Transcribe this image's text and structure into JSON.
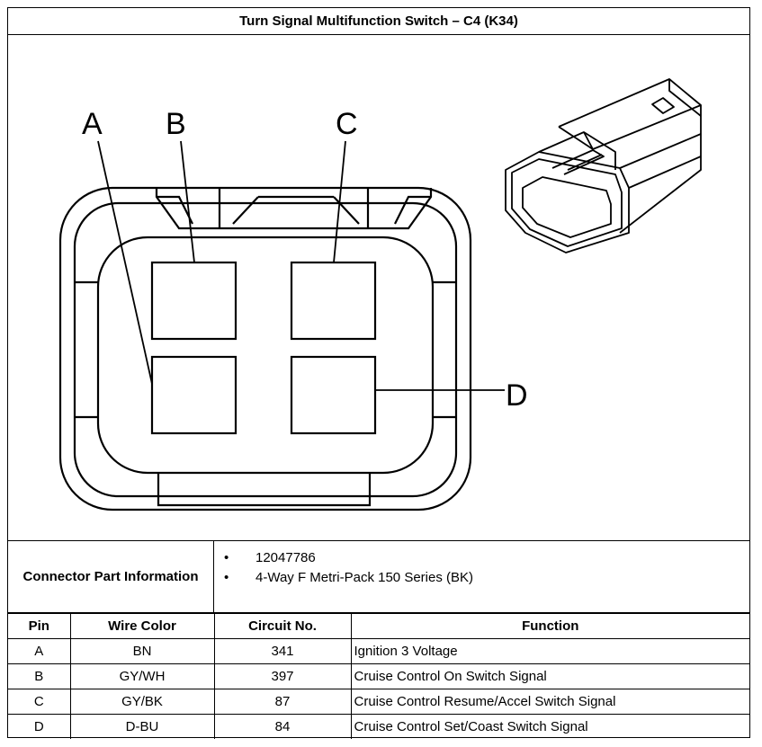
{
  "title": "Turn Signal Multifunction Switch – C4 (K34)",
  "diagram": {
    "pin_labels": [
      "A",
      "B",
      "C",
      "D"
    ]
  },
  "connector_info": {
    "label": "Connector Part Information",
    "items": [
      "12047786",
      "4-Way F Metri-Pack 150 Series (BK)"
    ]
  },
  "table": {
    "headers": [
      "Pin",
      "Wire Color",
      "Circuit No.",
      "Function"
    ],
    "rows": [
      {
        "pin": "A",
        "wire_color": "BN",
        "circuit": "341",
        "function": "Ignition 3 Voltage"
      },
      {
        "pin": "B",
        "wire_color": "GY/WH",
        "circuit": "397",
        "function": "Cruise Control On Switch Signal"
      },
      {
        "pin": "C",
        "wire_color": "GY/BK",
        "circuit": "87",
        "function": "Cruise Control Resume/Accel Switch Signal"
      },
      {
        "pin": "D",
        "wire_color": "D-BU",
        "circuit": "84",
        "function": "Cruise Control Set/Coast Switch Signal"
      }
    ]
  }
}
